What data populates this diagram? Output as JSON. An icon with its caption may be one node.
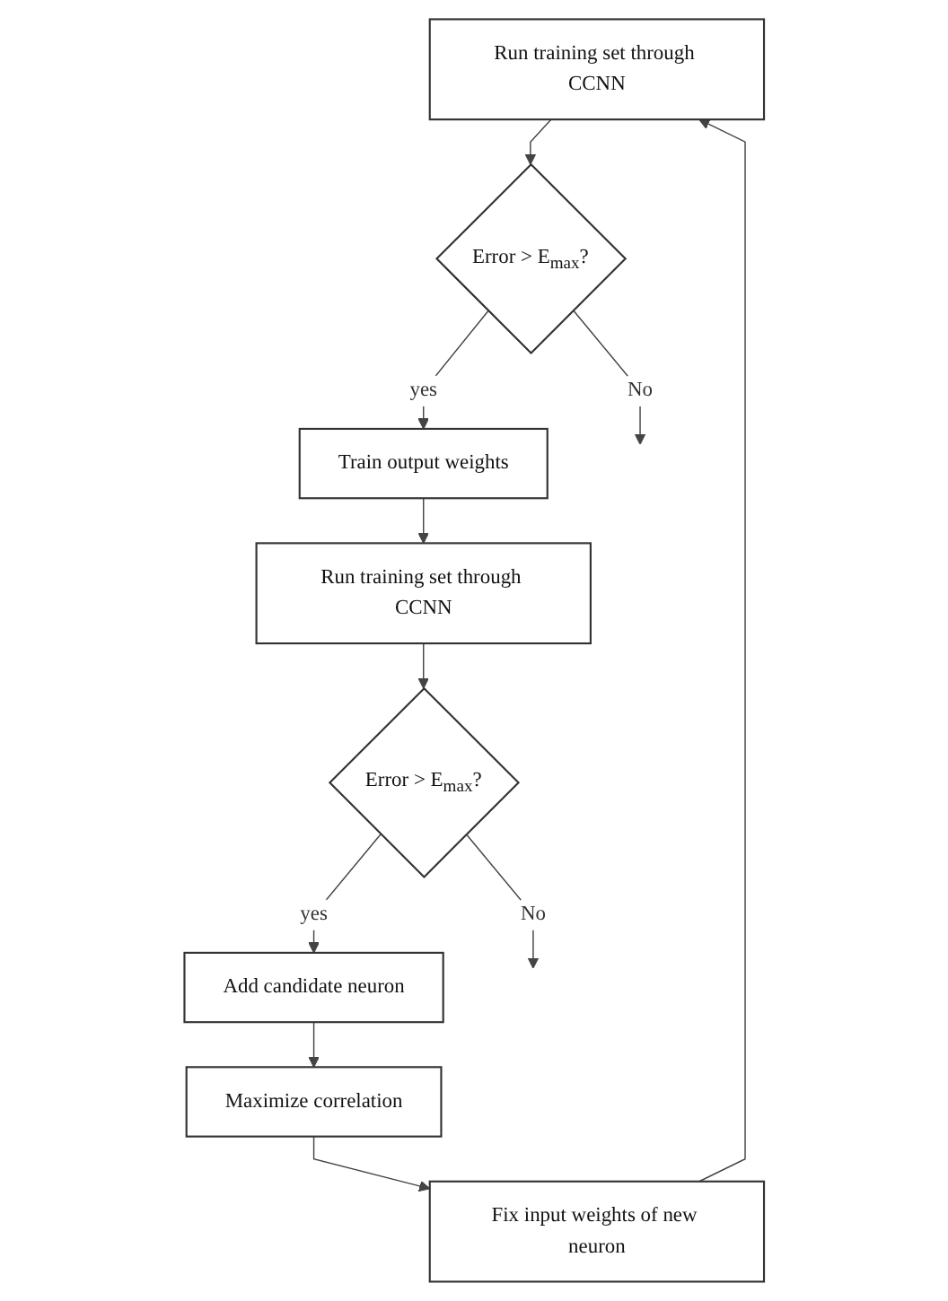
{
  "diagram": {
    "nodes": [
      {
        "text": [
          "Run training set through CCNN"
        ]
      },
      {
        "text": [
          "Error > E$_{max}$?"
        ]
      },
      {
        "text": [
          "Train output weights"
        ]
      },
      {
        "text": [
          "Run training set through CCNN"
        ]
      },
      {
        "text": [
          "Error > E$_{max}$?"
        ]
      },
      {
        "text": [
          "Add candidate neuron"
        ]
      },
      {
        "text": [
          "Maximize correlation"
        ]
      },
      {
        "text": [
          "Fix input weights of new neuron"
        ]
      }
    ],
    "edges": [
      {
        "from": 0,
        "to": 1,
        "arrow": "to"
      },
      {
        "from": 1,
        "to": null,
        "label": "No",
        "arrow": "to"
      },
      {
        "from": 1,
        "to": 2,
        "label": "yes",
        "arrow": "to"
      },
      {
        "from": 2,
        "to": 3,
        "arrow": "to"
      },
      {
        "from": 3,
        "to": 4,
        "arrow": "to"
      },
      {
        "from": 4,
        "to": null,
        "label": "No",
        "arrow": "to"
      },
      {
        "from": 4,
        "to": 5,
        "label": "yes",
        "arrow": "to"
      },
      {
        "from": 5,
        "to": 6,
        "arrow": "to"
      },
      {
        "from": 6,
        "to": 7,
        "arrow": "to"
      },
      {
        "from": 7,
        "to": 0,
        "arrow": "to"
      }
    ]
  }
}
